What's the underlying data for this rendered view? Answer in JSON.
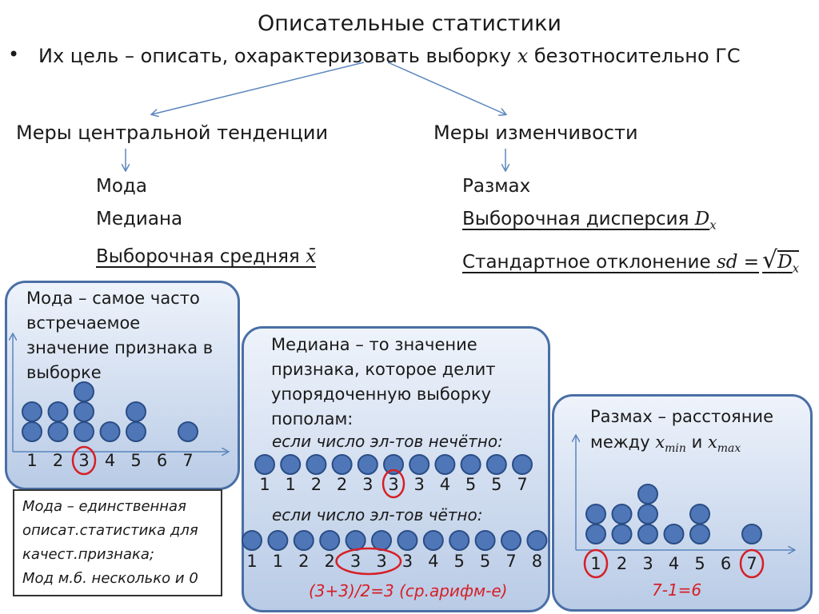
{
  "title": "Описательные статистики",
  "subtitle": {
    "bullet": "•",
    "before": "Их цель – описать, охарактеризовать выборку ",
    "var": "x",
    "after": " безотносительно ГС"
  },
  "central": {
    "heading": "Меры центральной тенденции",
    "items": [
      "Мода",
      "Медиана",
      "Выборочная средняя "
    ],
    "mean_symbol": "x̄"
  },
  "variability": {
    "heading": "Меры изменчивости",
    "range": "Размах",
    "variance": "Выборочная дисперсия ",
    "variance_symbol": "D",
    "variance_sub": "x",
    "sd": "Стандартное отклонение ",
    "sd_formula": "sd =",
    "sd_symbol": "D",
    "sd_sub": "x"
  },
  "mode_box": {
    "text": "Мода – самое часто встречаемое значение признака в выборке",
    "axis": [
      "1",
      "2",
      "3",
      "4",
      "5",
      "6",
      "7"
    ],
    "counts": [
      2,
      2,
      3,
      1,
      2,
      0,
      1
    ],
    "highlighted": [
      "3"
    ]
  },
  "mode_note": [
    "Мода – единственная",
    "описат.статистика для",
    "качест.признака;",
    "Мод м.б. несколько и 0"
  ],
  "median_box": {
    "text": "Медиана – то значение признака, которое делит упорядоченную выборку пополам:",
    "odd_label": "если число эл-тов нечётно:",
    "odd_values": [
      "1",
      "1",
      "2",
      "2",
      "3",
      "3",
      "3",
      "4",
      "5",
      "5",
      "7"
    ],
    "odd_highlight_index": 5,
    "even_label": "если число эл-тов чётно:",
    "even_values": [
      "1",
      "1",
      "2",
      "2",
      "3",
      "3",
      "3",
      "4",
      "5",
      "5",
      "7",
      "8"
    ],
    "even_highlight_indices": [
      4,
      5
    ],
    "formula": "(3+3)/2=3 (ср.арифм-е)"
  },
  "range_box": {
    "text_line1": "Размах – расстояние",
    "text_line2_before": "между ",
    "xmin": "x",
    "xmin_sub": "min",
    "and": " и ",
    "xmax": "x",
    "xmax_sub": "max",
    "axis": [
      "1",
      "2",
      "3",
      "4",
      "5",
      "6",
      "7"
    ],
    "counts": [
      2,
      2,
      3,
      1,
      2,
      0,
      1
    ],
    "highlighted": [
      "1",
      "7"
    ],
    "formula": "7-1=6"
  },
  "colors": {
    "dot_fill": "#4f77b8",
    "dot_stroke": "#2a4d86",
    "arrow": "#5b86bd",
    "highlight": "#d61f26",
    "box_border": "#4a6fa5"
  }
}
